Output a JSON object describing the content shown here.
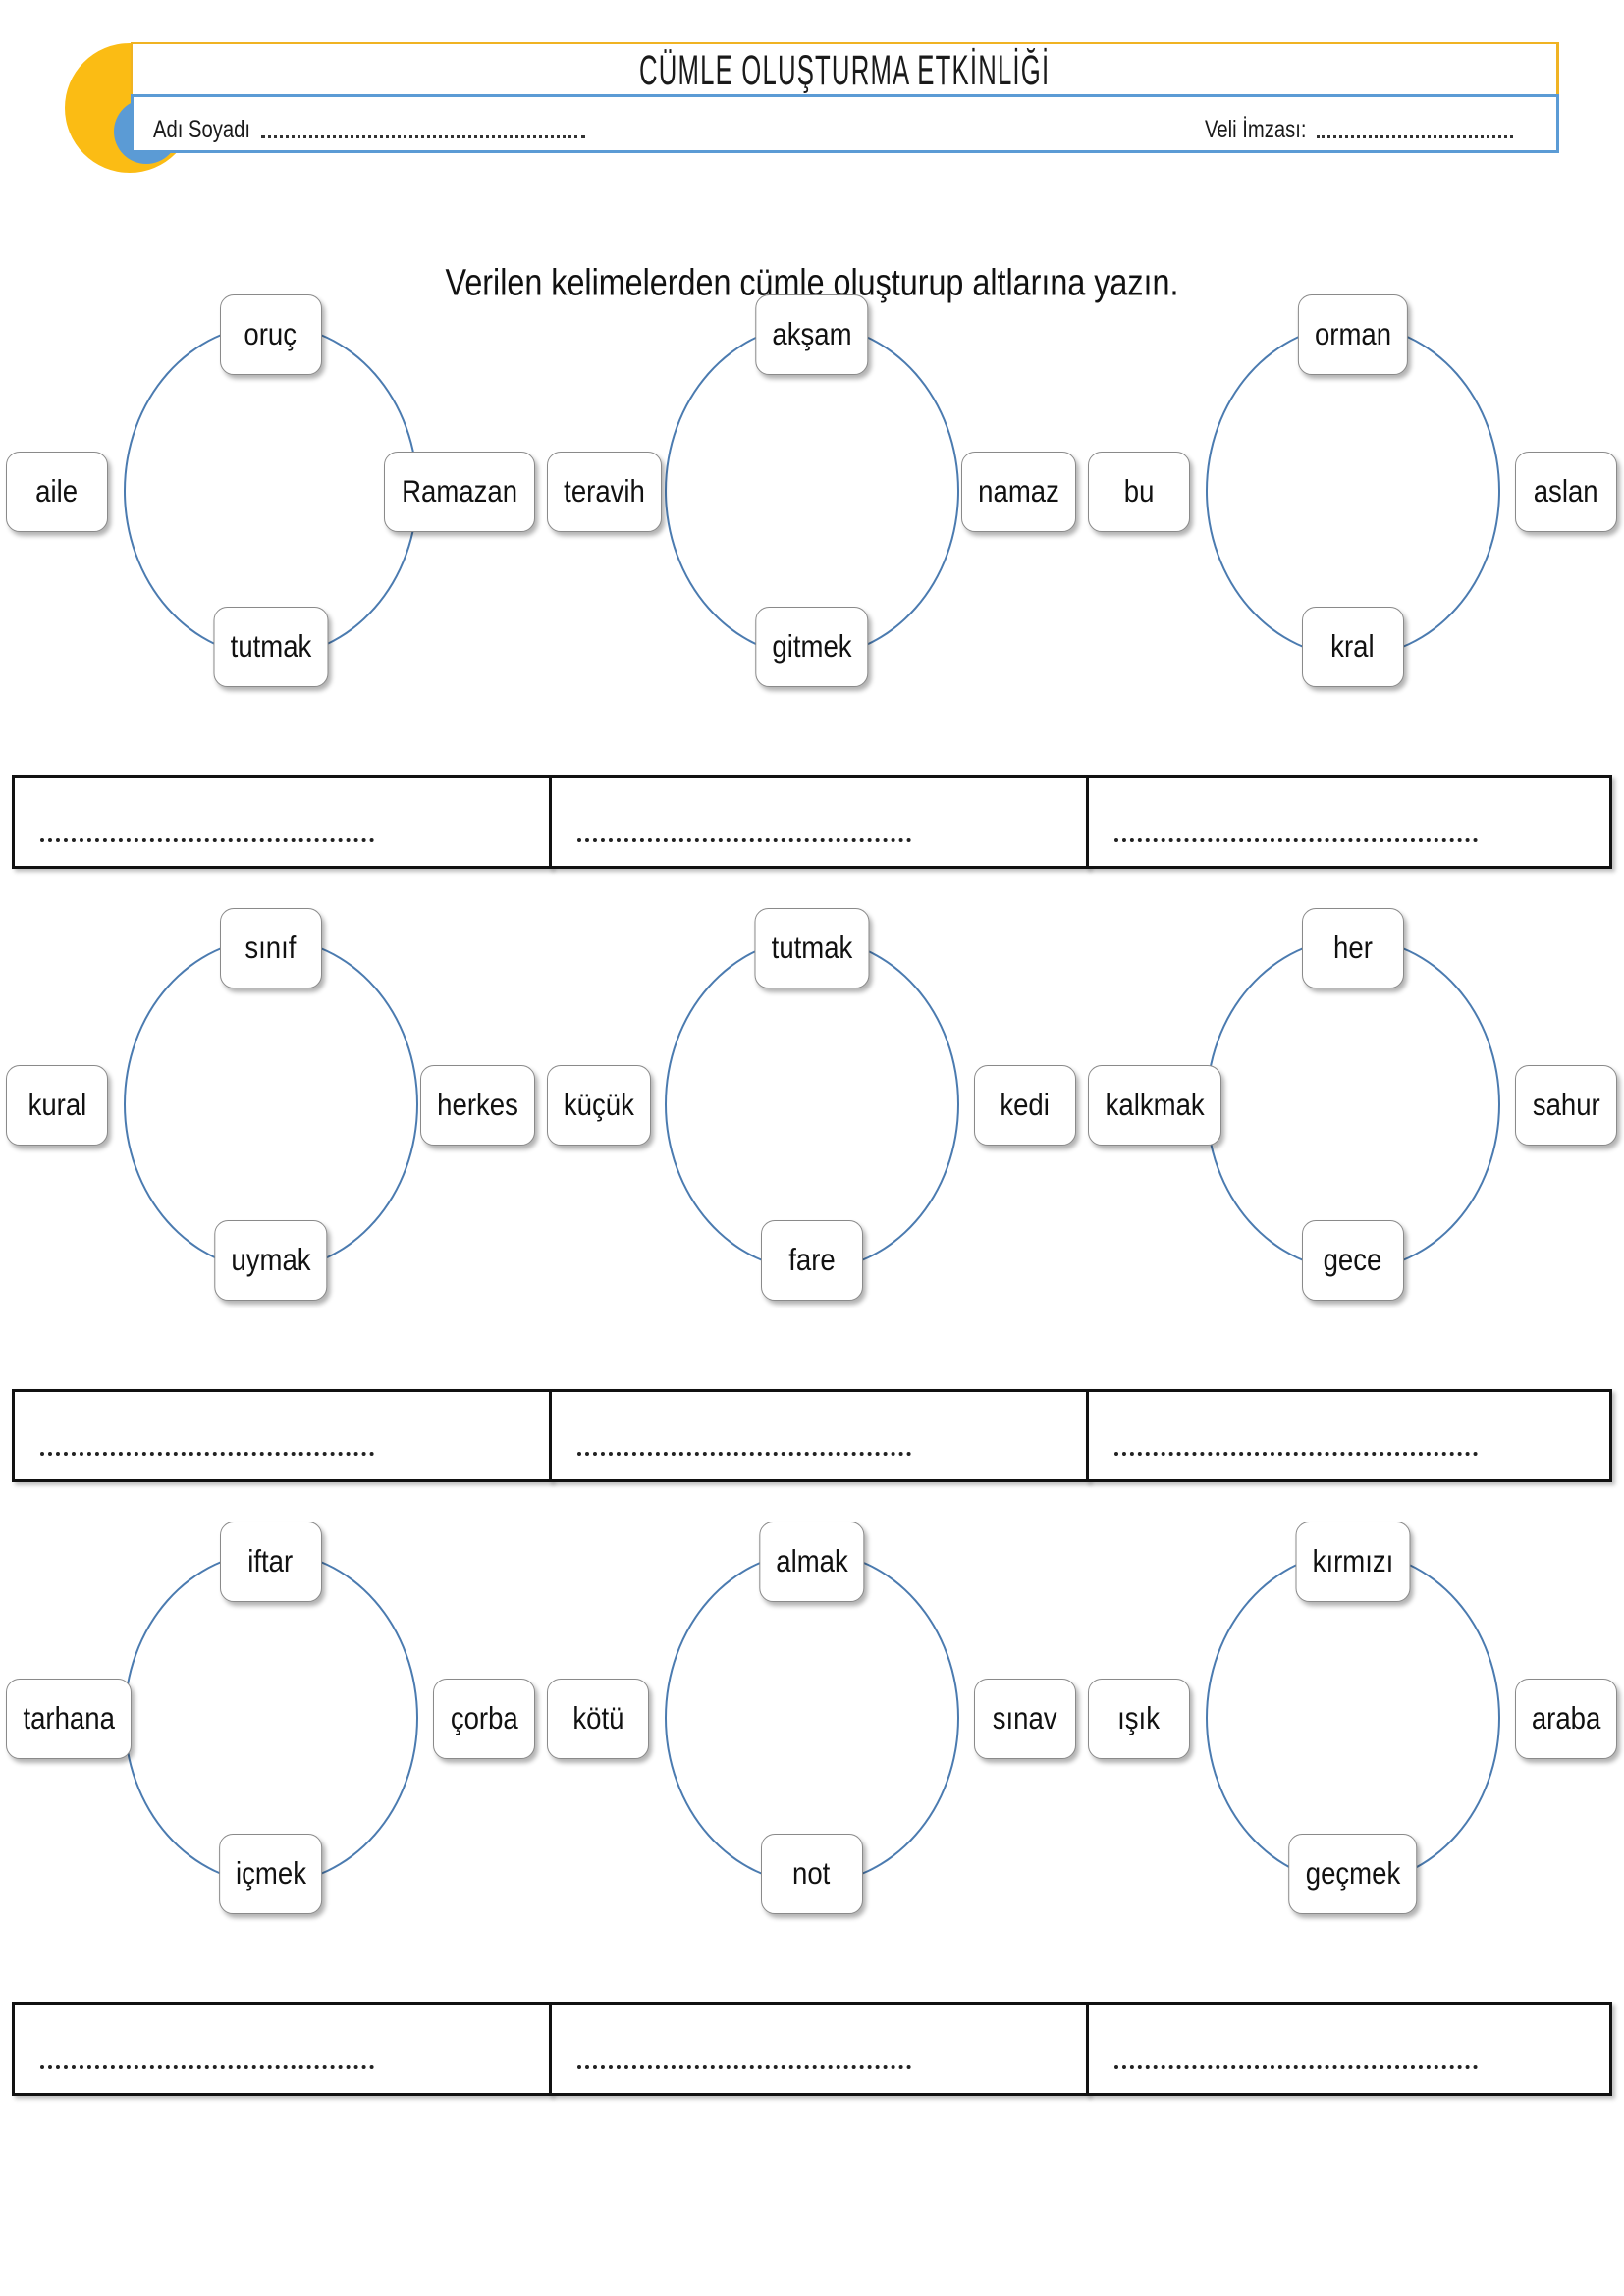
{
  "header": {
    "title": "CÜMLE OLUŞTURMA ETKİNLİĞİ",
    "name_label": "Adı Soyadı",
    "signature_label": "Veli İmzası:",
    "colors": {
      "title_border": "#F0B323",
      "name_border": "#5B9BD5",
      "circle_yellow": "#FBBC14",
      "circle_blue": "#5B9BD5"
    }
  },
  "instruction": "Verilen kelimelerden cümle oluşturup altlarına yazın.",
  "ring_color": "#4B7BB0",
  "groups": [
    {
      "top": "oruç",
      "left": "aile",
      "right": "Ramazan",
      "bottom": "tutmak"
    },
    {
      "top": "akşam",
      "left": "teravih",
      "right": "namaz",
      "bottom": "gitmek"
    },
    {
      "top": "orman",
      "left": "bu",
      "right": "aslan",
      "bottom": "kral"
    },
    {
      "top": "sınıf",
      "left": "kural",
      "right": "herkes",
      "bottom": "uymak"
    },
    {
      "top": "tutmak",
      "left": "küçük",
      "right": "kedi",
      "bottom": "fare"
    },
    {
      "top": "her",
      "left": "kalkmak",
      "right": "sahur",
      "bottom": "gece"
    },
    {
      "top": "iftar",
      "left": "tarhana",
      "right": "çorba",
      "bottom": "içmek"
    },
    {
      "top": "almak",
      "left": "kötü",
      "right": "sınav",
      "bottom": "not"
    },
    {
      "top": "kırmızı",
      "left": "ışık",
      "right": "araba",
      "bottom": "geçmek"
    }
  ],
  "answer_boxes": [
    {
      "value": ""
    },
    {
      "value": ""
    },
    {
      "value": ""
    },
    {
      "value": ""
    },
    {
      "value": ""
    },
    {
      "value": ""
    },
    {
      "value": ""
    },
    {
      "value": ""
    },
    {
      "value": ""
    }
  ]
}
